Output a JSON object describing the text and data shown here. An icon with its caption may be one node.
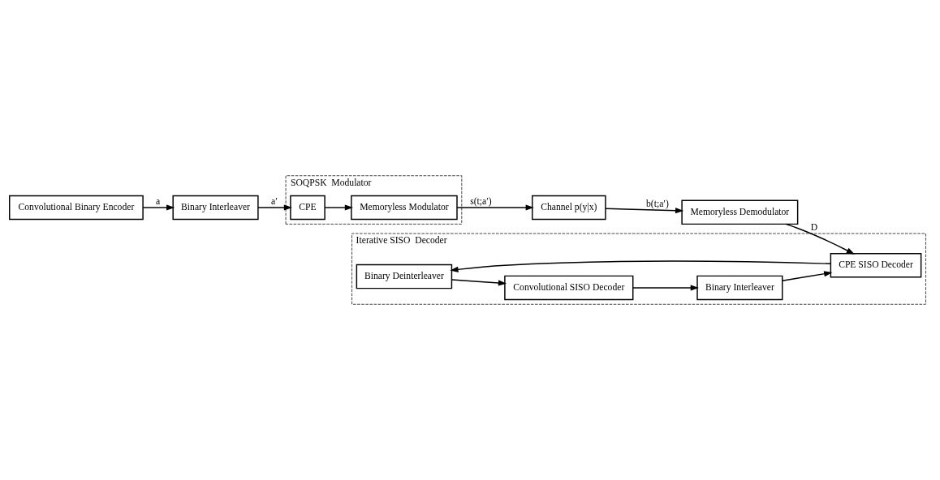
{
  "diagram": {
    "nodes": [
      {
        "text": [
          "Convolutional Binary Encoder"
        ]
      },
      {
        "text": [
          "Binary Interleaver"
        ]
      },
      {
        "text": [
          "SOQPSK  Modulator"
        ]
      },
      {
        "text": [
          "CPE"
        ],
        "in": 2
      },
      {
        "text": [
          "Memoryless Modulator"
        ],
        "in": 2
      },
      {
        "text": [
          "Channel p(y|x)"
        ]
      },
      {
        "text": [
          "Memoryless Demodulator"
        ]
      },
      {
        "text": [
          "Iterative SISO  Decoder"
        ]
      },
      {
        "text": [
          "Binary Deinterleaver"
        ],
        "in": 7
      },
      {
        "text": [
          "Convolutional SISO Decoder"
        ],
        "in": 7
      },
      {
        "text": [
          "CPE SISO Decoder"
        ],
        "in": 7
      },
      {
        "text": [
          "Binary Interleaver"
        ],
        "in": 7
      }
    ],
    "edges": [
      {
        "from": 0,
        "to": 1,
        "arrow": "to",
        "label": "a"
      },
      {
        "from": 1,
        "to": 3,
        "arrow": "to",
        "label": "a′"
      },
      {
        "from": 3,
        "to": 4,
        "arrow": "to"
      },
      {
        "from": 4,
        "to": 5,
        "arrow": "to",
        "label": "s(t;a′)"
      },
      {
        "from": 5,
        "to": 6,
        "arrow": "to",
        "label": "b(t;a′)"
      },
      {
        "from": 6,
        "to": 10,
        "arrow": "to",
        "label": "D"
      },
      {
        "from": 10,
        "to": 8,
        "arrow": "to"
      },
      {
        "from": 8,
        "to": 9,
        "arrow": "to"
      },
      {
        "from": 9,
        "to": 11,
        "arrow": "to"
      },
      {
        "from": 11,
        "to": 10,
        "arrow": "to"
      }
    ]
  }
}
